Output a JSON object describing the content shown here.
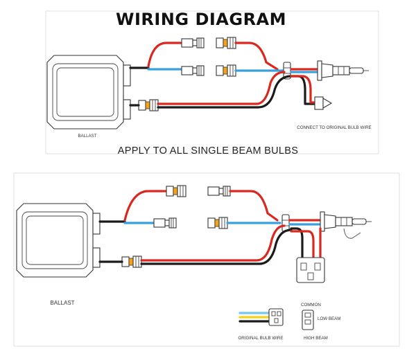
{
  "title": "WIRING DIAGRAM",
  "top_diagram": {
    "ballast_label": "BALLAST",
    "bulb_note": "CONNECT TO ORIGINAL BULB WIRE",
    "caption": "APPLY TO ALL SINGLE BEAM BULBS"
  },
  "bottom_diagram": {
    "ballast_label": "BALLAST",
    "original_wire_label": "ORIGINAL BULB WIRE",
    "legend": {
      "common": "COMMON",
      "low_beam": "LOW BEAM",
      "high_beam": "HIGH BEAM"
    }
  },
  "colors": {
    "red_wire": "#d9281f",
    "blue_wire": "#39a0dd",
    "black_wire": "#1b1b1b",
    "yellow_wire": "#f2d21c",
    "connector_accent": "#f2a21b"
  }
}
